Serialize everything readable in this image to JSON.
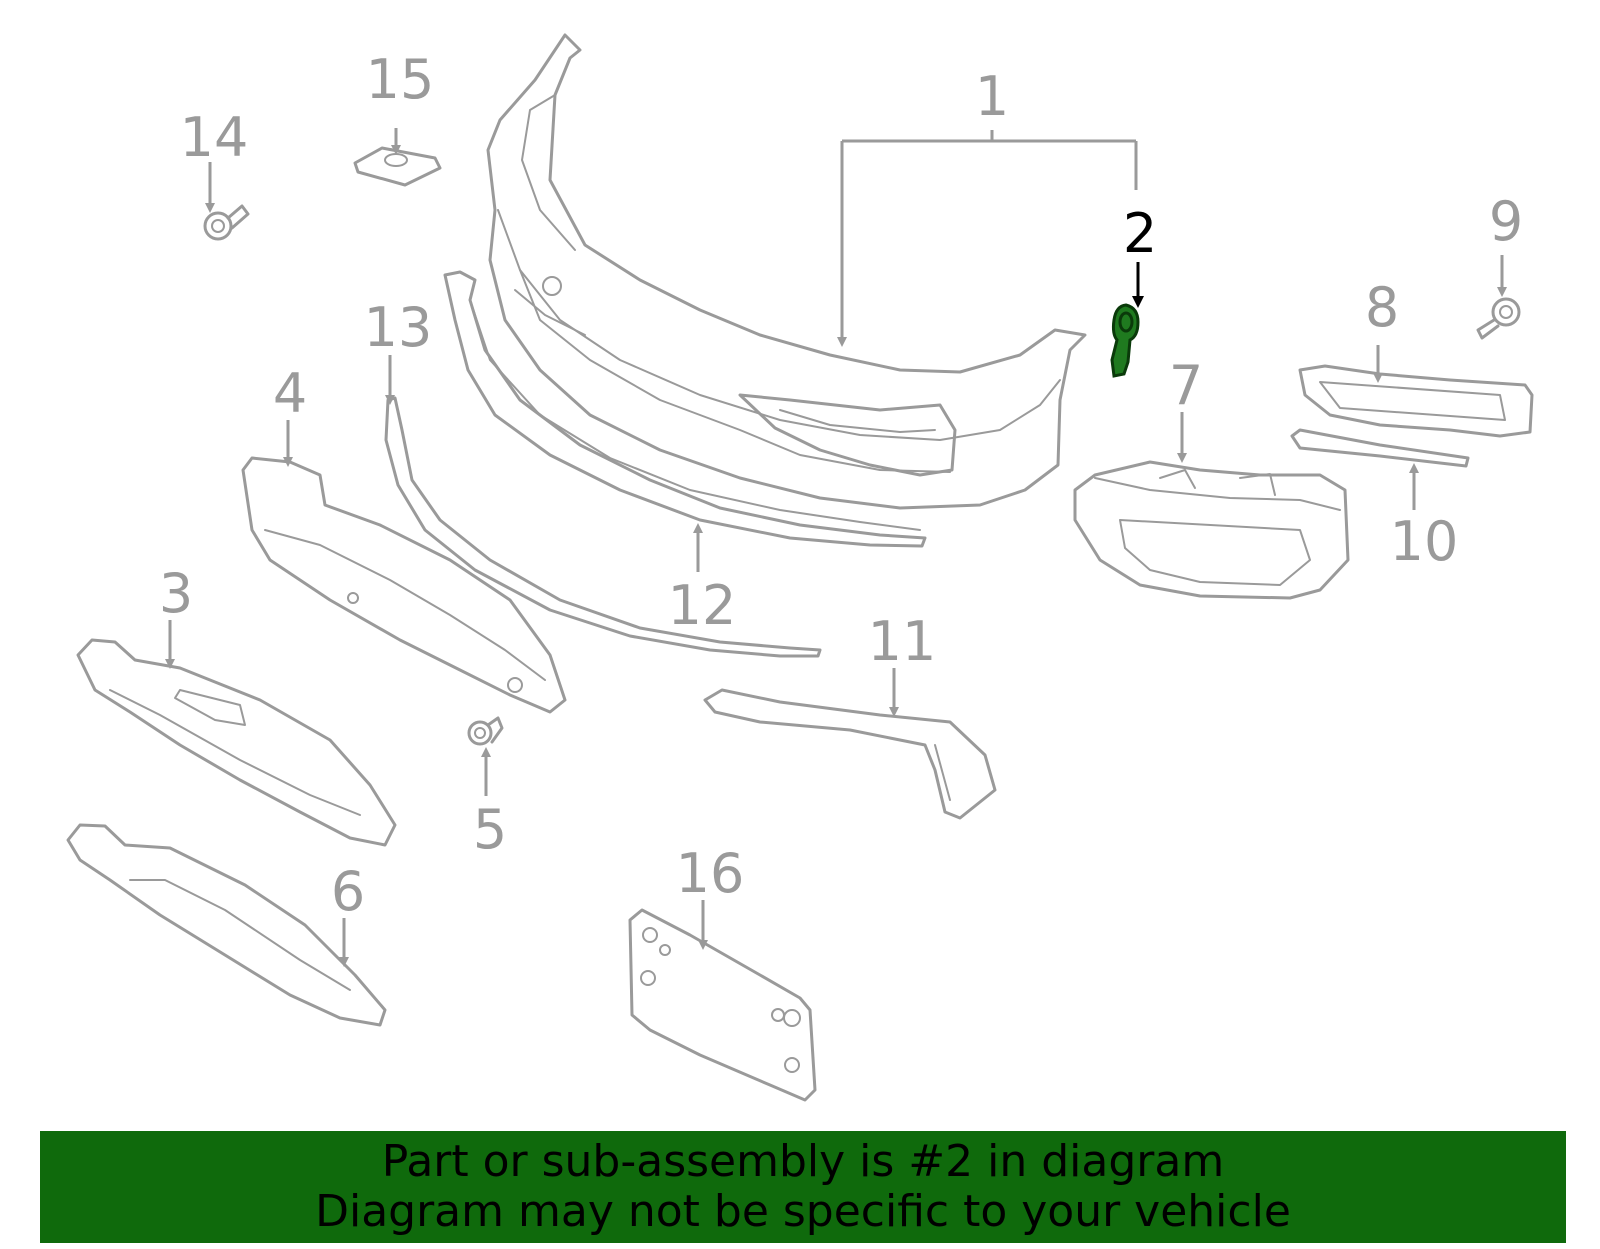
{
  "callouts": {
    "c1": "1",
    "c2": "2",
    "c3": "3",
    "c4": "4",
    "c5": "5",
    "c6": "6",
    "c7": "7",
    "c8": "8",
    "c9": "9",
    "c10": "10",
    "c11": "11",
    "c12": "12",
    "c13": "13",
    "c14": "14",
    "c15": "15",
    "c16": "16"
  },
  "highlighted_part": "2",
  "colors": {
    "line": "#9a9a9a",
    "highlight_fill": "#1f7a1f",
    "banner_background": "#0f6a0c",
    "banner_text": "#000000"
  },
  "banner": {
    "line1": "Part or sub-assembly is #2 in diagram",
    "line2": "Diagram may not be specific to your vehicle"
  }
}
